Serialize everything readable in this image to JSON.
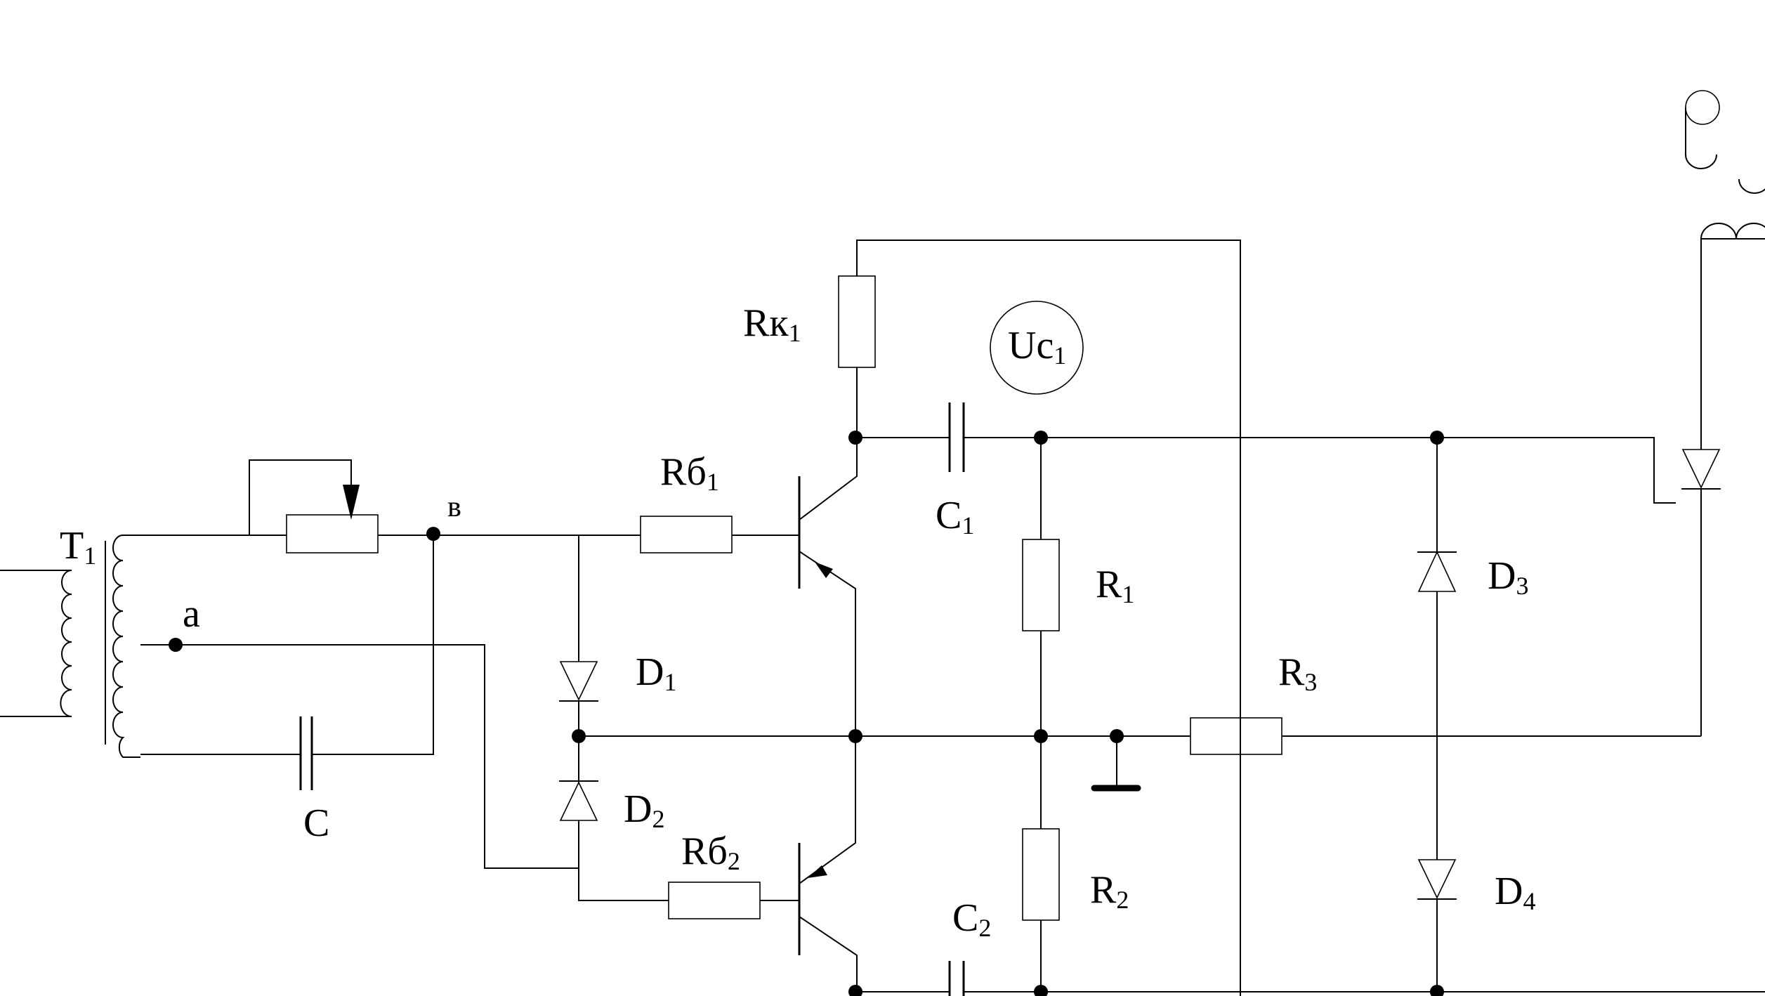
{
  "labels": {
    "T1": {
      "main": "T",
      "sub": "1"
    },
    "a": "a",
    "v": "в",
    "C": "C",
    "Rb1": {
      "main": "Rб",
      "sub": "1"
    },
    "Rb2": {
      "main": "Rб",
      "sub": "2"
    },
    "Rk1": {
      "main": "Rк",
      "sub": "1"
    },
    "Uc1": {
      "main": "Uc",
      "sub": "1"
    },
    "C1": {
      "main": "C",
      "sub": "1"
    },
    "C2": {
      "main": "C",
      "sub": "2"
    },
    "R1": {
      "main": "R",
      "sub": "1"
    },
    "R2": {
      "main": "R",
      "sub": "2"
    },
    "R3": {
      "main": "R",
      "sub": "3"
    },
    "D1": {
      "main": "D",
      "sub": "1"
    },
    "D2": {
      "main": "D",
      "sub": "2"
    },
    "D3": {
      "main": "D",
      "sub": "3"
    },
    "D4": {
      "main": "D",
      "sub": "4"
    }
  }
}
